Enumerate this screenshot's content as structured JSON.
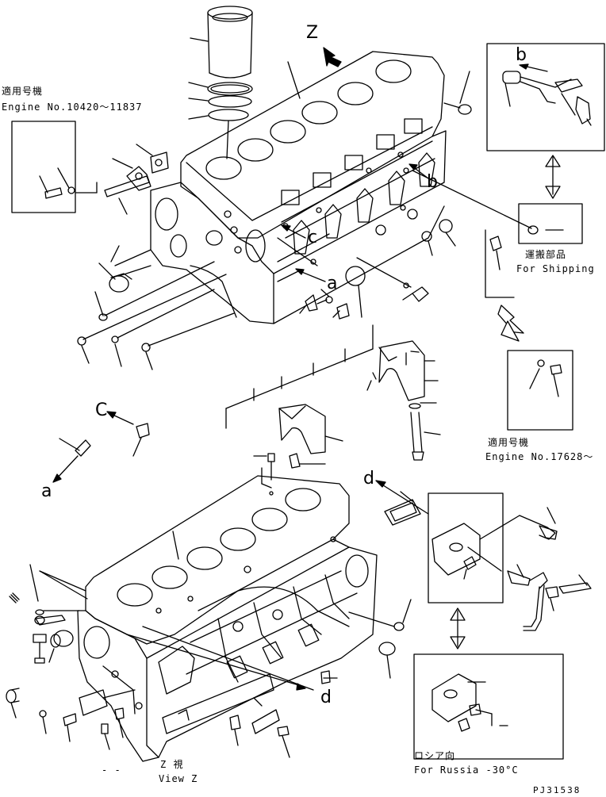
{
  "drawing_code": "PJ31538",
  "notes": {
    "top_left_line1": "適用号機",
    "top_left_line2": "Engine No.10420～11837",
    "right_mid_line1": "適用号機",
    "right_mid_line2": "Engine No.17628～",
    "shipping_jp": "運搬部品",
    "shipping_en": "For Shipping",
    "russia_jp": "ロシア向",
    "russia_en": "For Russia -30°C",
    "view_jp": "Z 視",
    "view_en": "View Z",
    "view_dash": "- -"
  },
  "callouts": {
    "z": "Z",
    "a1": "a",
    "a2": "a",
    "b1": "b",
    "b2": "b",
    "c1": "c",
    "c2": "C",
    "d1": "d",
    "d2": "d"
  },
  "colors": {
    "line": "#000000",
    "background": "#ffffff"
  }
}
